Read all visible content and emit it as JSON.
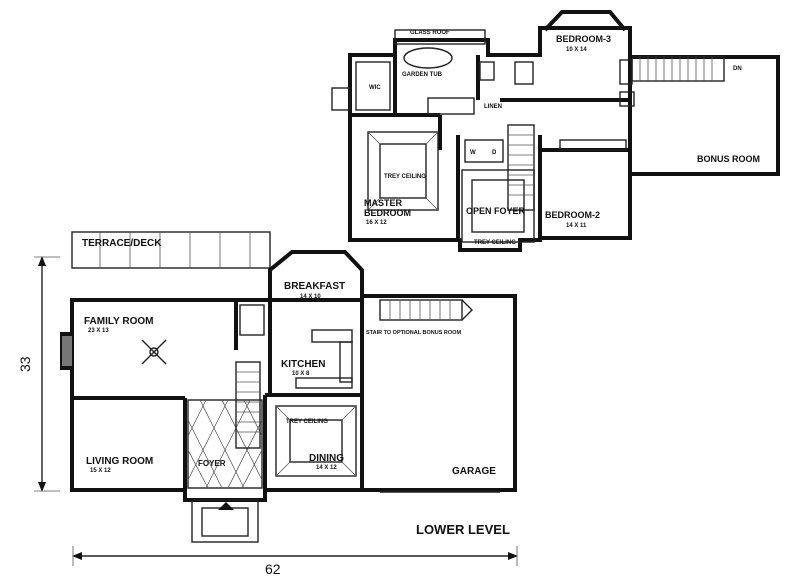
{
  "upper": {
    "glass_roof": "GLASS ROOF",
    "garden_tub": "GARDEN TUB",
    "wic": "WIC",
    "linen": "LINEN",
    "w": "W",
    "d": "D",
    "bedroom3": {
      "name": "BEDROOM-3",
      "size": "10 X 14"
    },
    "dn": "DN",
    "bonus_room": "BONUS ROOM",
    "trey_ceiling_master": "TREY CEILING",
    "master": {
      "line1": "MASTER",
      "line2": "BEDROOM",
      "size": "16 X 12"
    },
    "open_foyer": "OPEN FOYER",
    "trey_ceiling_foyer": "TREY CEILING",
    "bedroom2": {
      "name": "BEDROOM-2",
      "size": "14 X 11"
    }
  },
  "lower": {
    "terrace": "TERRACE/DECK",
    "breakfast": {
      "name": "BREAKFAST",
      "size": "14 X 10"
    },
    "family": {
      "name": "FAMILY ROOM",
      "size": "23 X 13"
    },
    "stair_note": "STAIR TO OPTIONAL BONUS ROOM",
    "kitchen": {
      "name": "KITCHEN",
      "size": "10 X 8"
    },
    "living": {
      "name": "LIVING ROOM",
      "size": "15 X 12"
    },
    "foyer": "FOYER",
    "dining": {
      "name": "DINING",
      "size": "14 X 12"
    },
    "trey_ceiling_dining": "TREY CEILING",
    "garage": "GARAGE",
    "level_label": "LOWER LEVEL"
  },
  "dims": {
    "height": "33",
    "width": "62"
  }
}
